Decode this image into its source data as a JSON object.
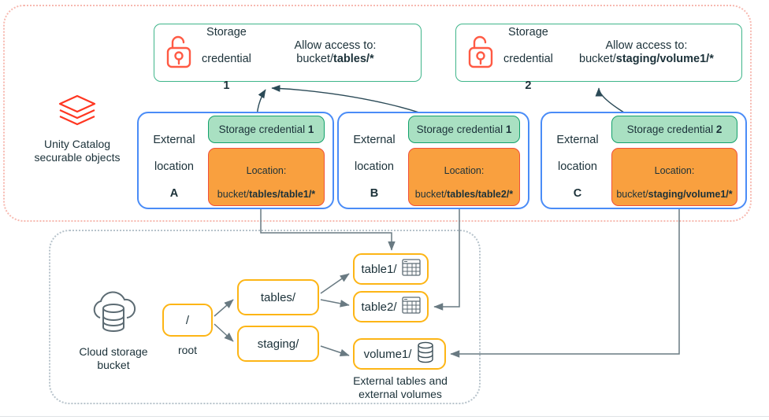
{
  "diagram": {
    "title": "Unity Catalog external locations and storage credentials",
    "colors": {
      "uc_container_border": "#f7b9b0",
      "cloud_container_border": "#b7c3cb",
      "credential_card_border": "#3fb58a",
      "external_location_border": "#4a8cf7",
      "credential_chip_fill": "#a9e0c2",
      "credential_chip_border": "#12a16b",
      "location_chip_fill": "#f9a03f",
      "location_chip_border": "#f0503a",
      "bucket_node_border": "#fdb515",
      "connector": "#5c6b73",
      "brand_red": "#ff3621",
      "text": "#1b3139"
    }
  },
  "legends": {
    "unity_catalog": {
      "icon": "databricks-layers-icon",
      "text": "Unity Catalog\nsecurable objects"
    },
    "cloud_storage": {
      "icon": "cloud-database-icon",
      "text": "Cloud storage\nbucket"
    }
  },
  "storage_credentials": [
    {
      "id": "storage-credential-1",
      "icon": "unlocked-padlock-icon",
      "title_line1": "Storage",
      "title_line2": "credential",
      "number": "1",
      "allow_label": "Allow access to:",
      "allow_prefix": "bucket/",
      "allow_bold": "tables/*"
    },
    {
      "id": "storage-credential-2",
      "icon": "unlocked-padlock-icon",
      "title_line1": "Storage",
      "title_line2": "credential",
      "number": "2",
      "allow_label": "Allow access to:",
      "allow_prefix": "bucket/",
      "allow_bold": "staging/volume1/*"
    }
  ],
  "external_locations": [
    {
      "id": "external-location-a",
      "label_line1": "External",
      "label_line2": "location",
      "letter": "A",
      "credential_prefix": "Storage credential ",
      "credential_number": "1",
      "location_label": "Location:",
      "location_prefix": "bucket/",
      "location_bold": "tables/table1/*"
    },
    {
      "id": "external-location-b",
      "label_line1": "External",
      "label_line2": "location",
      "letter": "B",
      "credential_prefix": "Storage credential ",
      "credential_number": "1",
      "location_label": "Location:",
      "location_prefix": "bucket/",
      "location_bold": "tables/table2/*"
    },
    {
      "id": "external-location-c",
      "label_line1": "External",
      "label_line2": "location",
      "letter": "C",
      "credential_prefix": "Storage credential ",
      "credential_number": "2",
      "location_label": "Location:",
      "location_prefix": "bucket/",
      "location_bold": "staging/volume1/*"
    }
  ],
  "bucket_tree": {
    "root": {
      "label": "/",
      "caption": "root"
    },
    "folders": [
      {
        "id": "tables-folder",
        "label": "tables/"
      },
      {
        "id": "staging-folder",
        "label": "staging/"
      }
    ],
    "leaves": [
      {
        "id": "table1-node",
        "label": "table1/",
        "icon": "table-grid-icon"
      },
      {
        "id": "table2-node",
        "label": "table2/",
        "icon": "table-grid-icon"
      },
      {
        "id": "volume1-node",
        "label": "volume1/",
        "icon": "database-cylinder-icon"
      }
    ],
    "leaf_caption": "External tables and\nexternal volumes"
  }
}
